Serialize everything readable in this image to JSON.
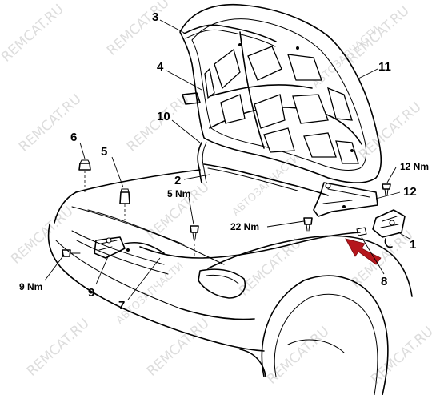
{
  "watermarks": {
    "site": "REMCAT.RU",
    "ru": "АВТОЗАПЧАСТИ"
  },
  "callouts": {
    "c1": "1",
    "c2": "2",
    "c3": "3",
    "c4": "4",
    "c5": "5",
    "c6": "6",
    "c7": "7",
    "c8": "8",
    "c9": "9",
    "c10": "10",
    "c11": "11",
    "c12": "12"
  },
  "torques": {
    "t_12nm": "12 Nm",
    "t_5nm": "5 Nm",
    "t_22nm": "22 Nm",
    "t_9nm": "9 Nm"
  },
  "colors": {
    "arrow": "#b5161c",
    "watermark": "#cfcfcf"
  }
}
